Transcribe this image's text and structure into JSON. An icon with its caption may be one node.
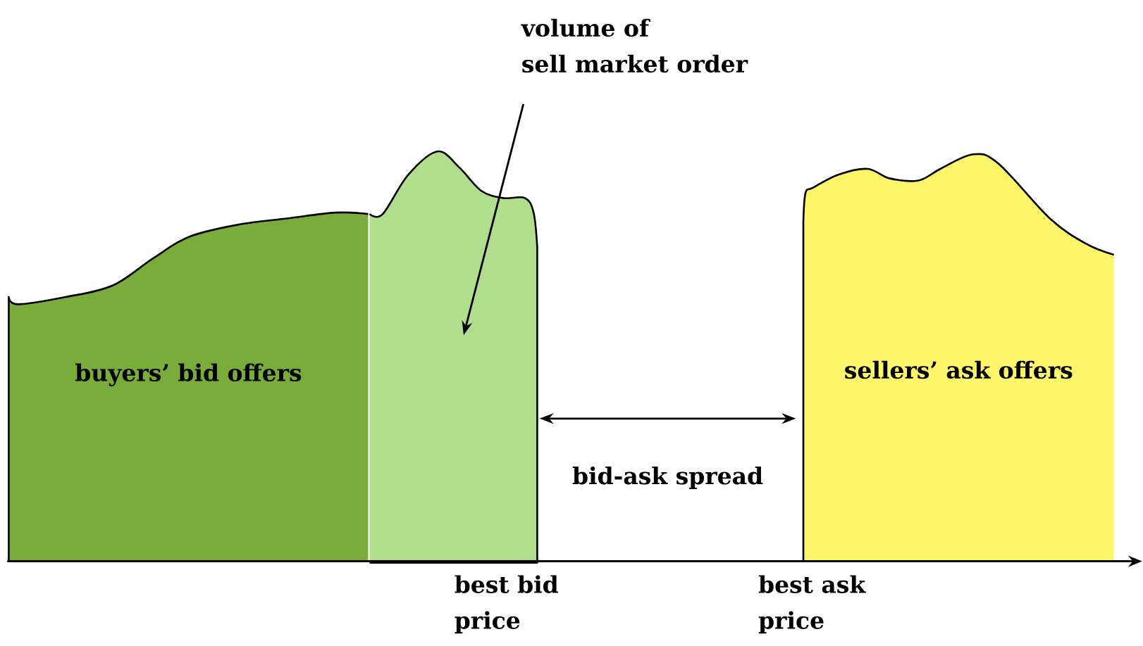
{
  "diagram": {
    "nodes": [
      {
        "text": [
          "buyers’ bid offers"
        ]
      },
      {
        "text": [],
        "shape": "area"
      },
      {
        "text": [
          "sellers’ ask offers"
        ]
      },
      {
        "text": [
          "volume of sell market order"
        ]
      }
    ],
    "edges": [
      {
        "from": 3,
        "to": 1,
        "arrow": "to"
      },
      {
        "from": 1,
        "to": 2,
        "arrow": "both",
        "label": "bid-ask spread"
      }
    ],
    "labels": [
      "best bid price",
      "best ask price"
    ]
  }
}
